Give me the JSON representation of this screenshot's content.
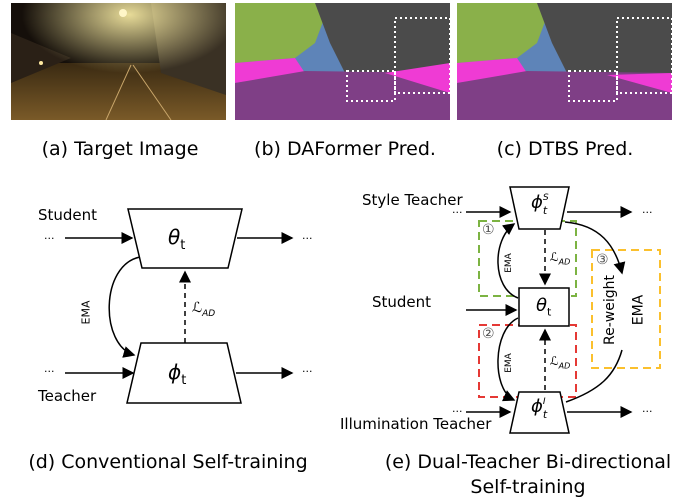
{
  "panels": {
    "a": {
      "caption": "(a) Target Image"
    },
    "b": {
      "caption": "(b) DAFormer Pred."
    },
    "c": {
      "caption": "(c) DTBS Pred."
    }
  },
  "diagram_d": {
    "caption": "(d) Conventional Self-training",
    "student_label": "Student",
    "teacher_label": "Teacher",
    "student_node": "θ",
    "teacher_node": "ϕ",
    "subscript": "t",
    "ema_label": "EMA",
    "loss_label": "ℒ",
    "loss_sub": "AD",
    "ellipsis": "..."
  },
  "diagram_e": {
    "caption_line1": "(e) Dual-Teacher Bi-directional",
    "caption_line2": "Self-training",
    "style_teacher_label": "Style Teacher",
    "student_label": "Student",
    "illumination_teacher_label": "Illumination Teacher",
    "style_node": "ϕ",
    "style_sup": "S",
    "student_node": "θ",
    "illum_node": "ϕ",
    "illum_sup": "I",
    "subscript": "t",
    "ema_label": "EMA",
    "loss_label": "ℒ",
    "loss_sub": "AD",
    "reweight_label": "Re-weight",
    "reweight_ema": "EMA",
    "step1": "①",
    "step2": "②",
    "step3": "③",
    "ellipsis": "..."
  },
  "colors": {
    "green": "#7cb342",
    "red": "#e53935",
    "yellow": "#fbc02d",
    "seg_road": "#7f3f86",
    "seg_sidewalk": "#ef3bd4",
    "seg_vegetation": "#8ab04a",
    "seg_building": "#4b4b4b",
    "seg_sky": "#5e84b8"
  }
}
